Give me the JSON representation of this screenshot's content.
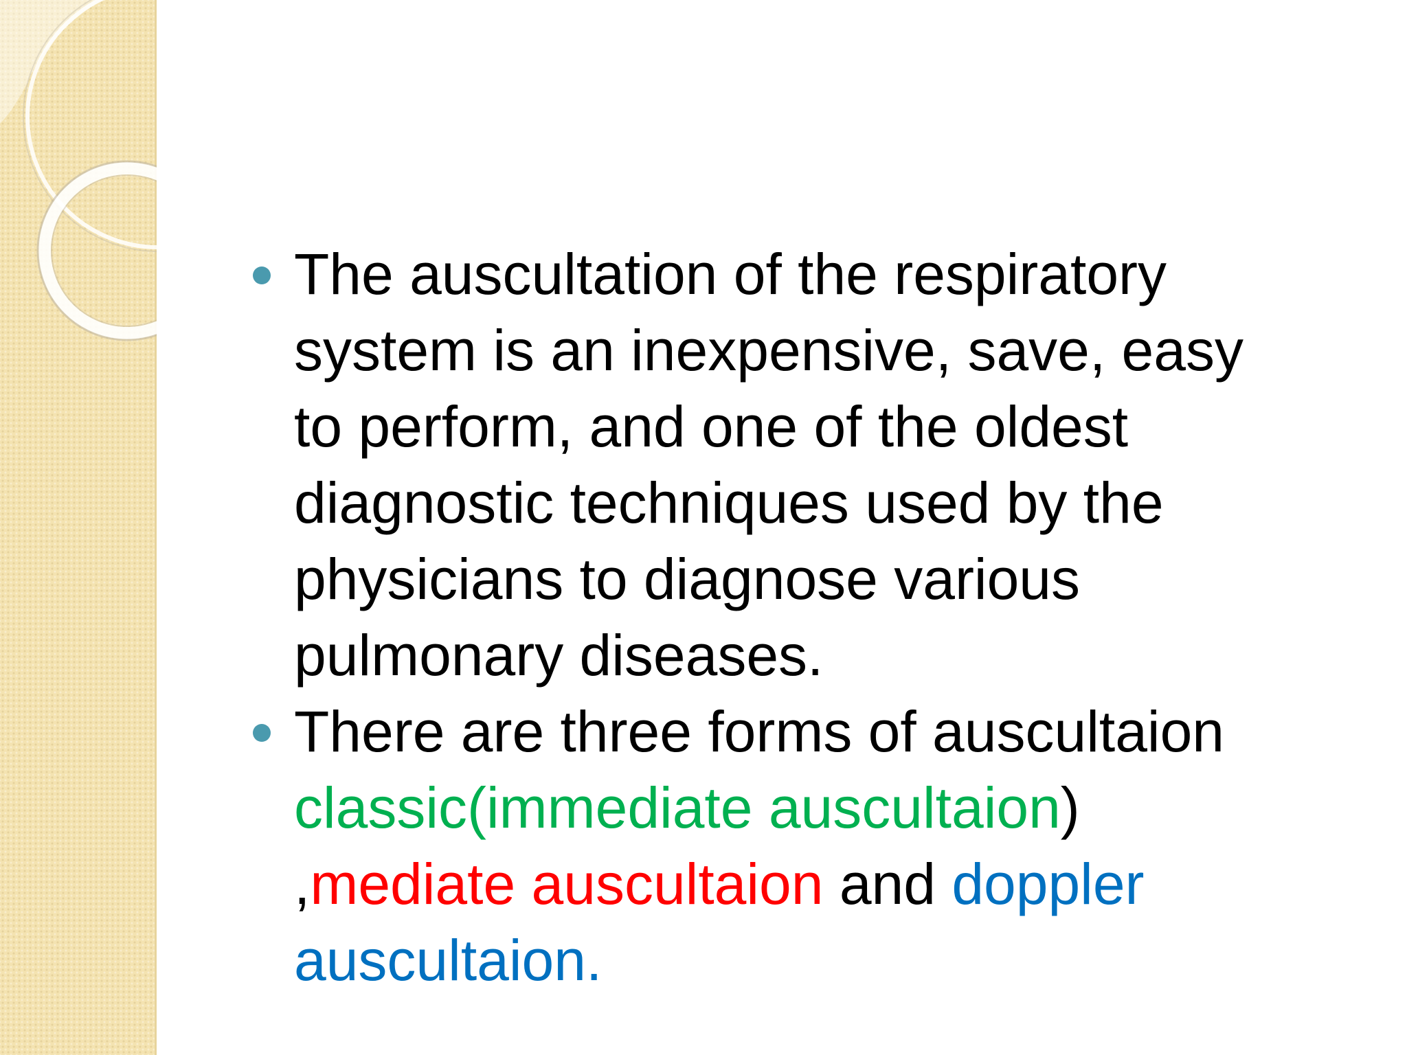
{
  "bullets": [
    {
      "lines": [
        "The auscultation of the respiratory",
        "system is an inexpensive, save, easy",
        "to perform, and one of the oldest",
        "diagnostic techniques used by the",
        "physicians to diagnose various",
        "pulmonary diseases."
      ]
    },
    {
      "line1": "There are three forms of auscultaion",
      "classic": "classic(immediate auscultaion",
      "close_paren": ")",
      "comma": ",",
      "mediate": "mediate auscultaion",
      "and": " and ",
      "doppler": "doppler",
      "doppler2": "auscultaion."
    }
  ],
  "colors": {
    "bullet": "#4a9aae",
    "classic": "#00b050",
    "mediate": "#ff0000",
    "doppler": "#0070c0",
    "strip": "#f4e3b1"
  },
  "icons": {
    "bullet": "circle-bullet-icon",
    "decoration": "concentric-rings-decoration"
  }
}
